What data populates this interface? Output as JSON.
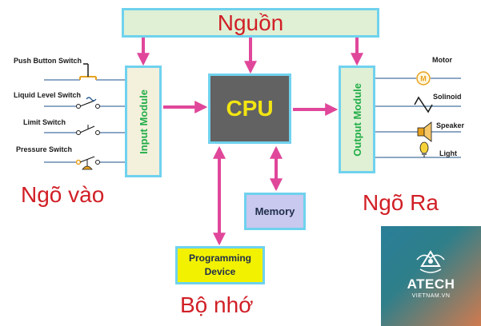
{
  "diagram": {
    "power_label": "Nguồn",
    "input_module_label": "Input Module",
    "output_module_label": "Output Module",
    "cpu_label": "CPU",
    "memory_label": "Memory",
    "programming_device_label": "Programming\nDevice",
    "inputs_title": "Ngõ vào",
    "outputs_title": "Ngõ Ra",
    "memory_title": "Bộ nhớ",
    "input_devices": [
      "Push Button Switch",
      "Liquid Level Switch",
      "Limit Switch",
      "Pressure Switch"
    ],
    "output_devices": [
      "Motor",
      "Solinoid",
      "Speaker",
      "Light"
    ]
  },
  "logo": {
    "brand": "ATECH",
    "subtitle": "VIETNAM.VN",
    "icon": "atech-logo-icon"
  },
  "colors": {
    "title_red": "#d11f26",
    "box_border": "#6fd2ee",
    "arrow": "#e0479a",
    "module_text": "#22ad48",
    "cpu_fill": "#626262",
    "cpu_text": "#f2e512",
    "memory_fill": "#c9c8ee",
    "programming_fill": "#f2f200",
    "power_fill": "#dff0d4"
  }
}
